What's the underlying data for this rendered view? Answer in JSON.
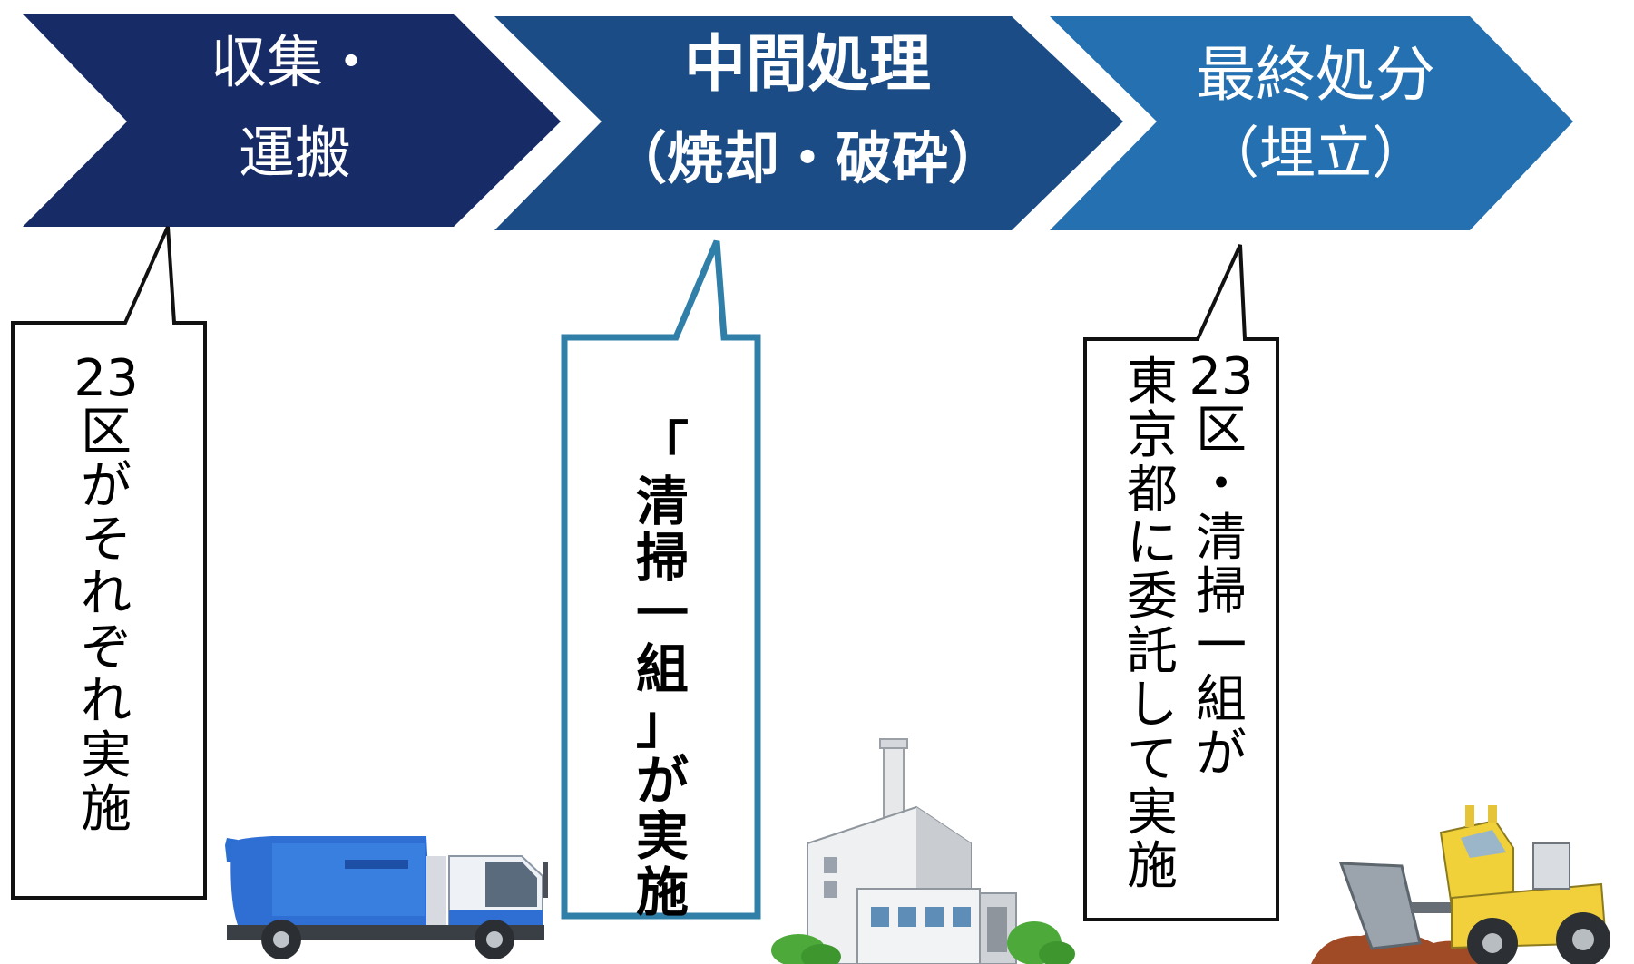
{
  "colors": {
    "step1": "#172b66",
    "step2": "#1b4c86",
    "step3": "#2470b0",
    "callout_border_dark": "#111111",
    "callout_border_blue": "#2f7fa8"
  },
  "steps": [
    {
      "line1": "収集・",
      "line2": "運搬"
    },
    {
      "line1": "中間処理",
      "line2": "（焼却・破砕）"
    },
    {
      "line1": "最終処分",
      "line2": "（埋立）"
    }
  ],
  "callouts": [
    {
      "lines": [
        "23",
        "区",
        "が",
        "そ",
        "れ",
        "ぞ",
        "れ",
        "実",
        "施"
      ]
    },
    {
      "lines": [
        "「",
        "清",
        "掃",
        "一",
        "組",
        "」",
        "が",
        "実",
        "施"
      ]
    },
    {
      "col_right": [
        "23",
        "区",
        "・",
        "清",
        "掃",
        "一",
        "組",
        "が"
      ],
      "col_left": [
        "東",
        "京",
        "都",
        "に",
        "委",
        "託",
        "し",
        "て",
        "実",
        "施"
      ]
    }
  ],
  "illustrations": [
    "garbage-truck",
    "incineration-plant",
    "landfill-bulldozer"
  ]
}
